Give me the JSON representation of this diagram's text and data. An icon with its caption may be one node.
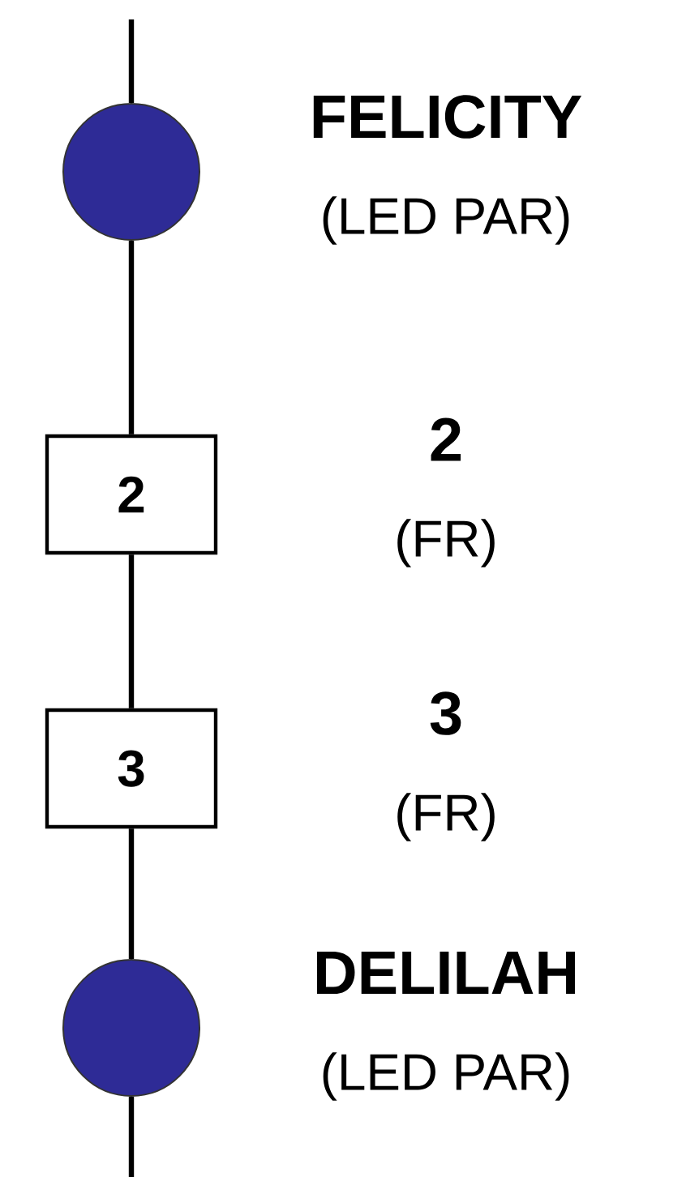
{
  "diagram": {
    "nodes": [
      {
        "text": [],
        "shape": "circle",
        "beside": [
          "FELICITY",
          "(LED PAR)"
        ]
      },
      {
        "text": [
          "2"
        ],
        "beside": [
          "2",
          "(FR)"
        ]
      },
      {
        "text": [
          "3"
        ],
        "beside": [
          "3",
          "(FR)"
        ]
      },
      {
        "text": [],
        "shape": "circle",
        "beside": [
          "DELILAH",
          "(LED PAR)"
        ]
      }
    ],
    "edges": [
      {
        "from": null,
        "to": 0,
        "arrow": "none"
      },
      {
        "from": 0,
        "to": 1,
        "arrow": "none"
      },
      {
        "from": 1,
        "to": 2,
        "arrow": "none"
      },
      {
        "from": 2,
        "to": 3,
        "arrow": "none"
      },
      {
        "from": 3,
        "to": null,
        "arrow": "none"
      }
    ]
  }
}
